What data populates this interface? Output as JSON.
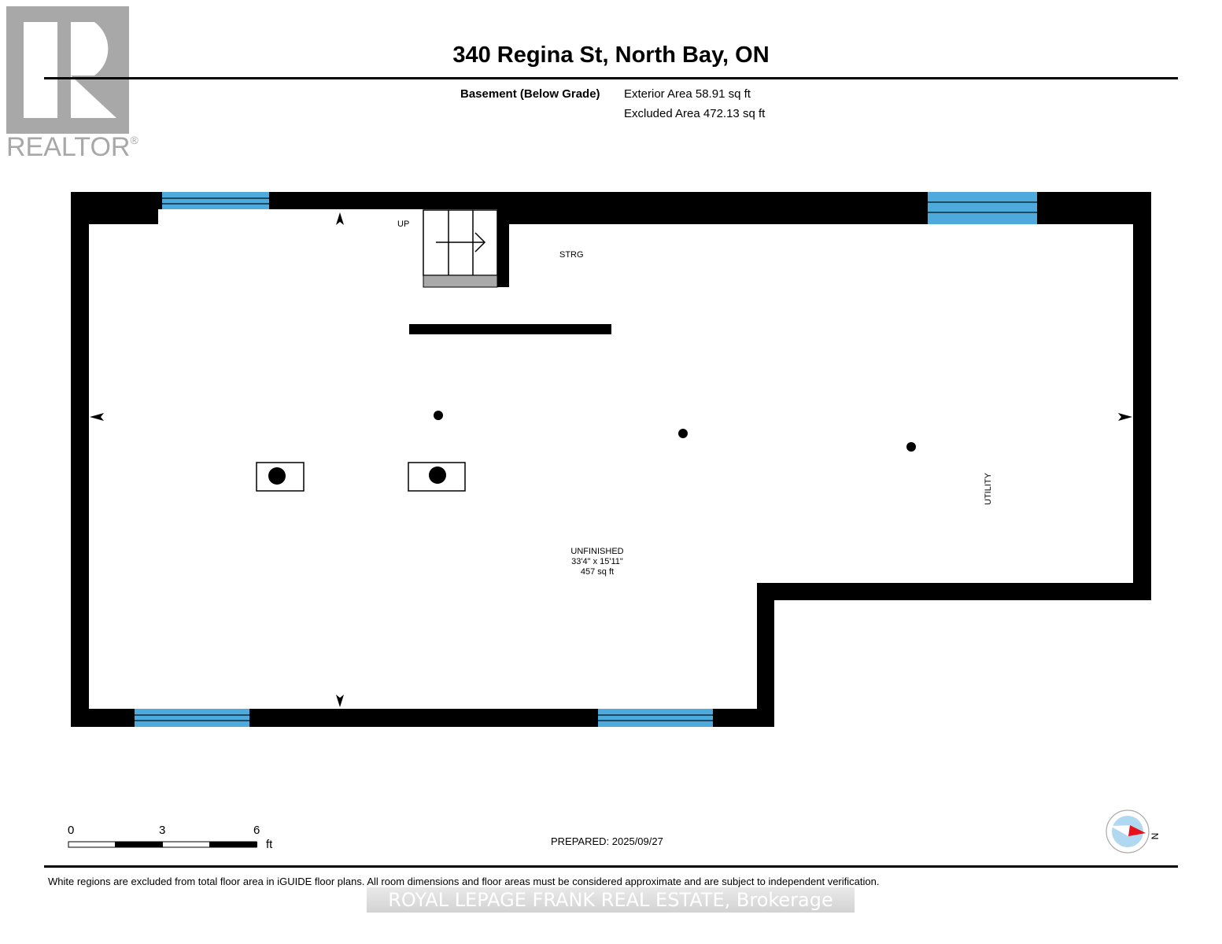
{
  "logo": {
    "name": "REALTOR",
    "mark": "®",
    "icon": "realtor-r-icon"
  },
  "header": {
    "title": "340 Regina St, North Bay, ON",
    "level_label": "Basement (Below Grade)",
    "exterior_area": "Exterior Area 58.91 sq ft",
    "excluded_area": "Excluded Area 472.13 sq ft"
  },
  "floorplan": {
    "rooms": [
      {
        "name": "UP",
        "type": "stairs-label"
      },
      {
        "name": "STRG",
        "type": "storage"
      },
      {
        "name": "UNFINISHED",
        "dimensions": "33'4\" x 15'11\"",
        "area": "457 sq ft"
      },
      {
        "name": "UTILITY",
        "type": "utility"
      }
    ],
    "colors": {
      "wall": "#000000",
      "window": "#4ea9dd",
      "stair_landing": "#a9a9a9"
    }
  },
  "scale_bar": {
    "ticks": [
      "0",
      "3",
      "6"
    ],
    "unit": "ft"
  },
  "compass": {
    "label": "N",
    "colors": {
      "ring": "#b0d8f0",
      "needle": "#e8101a"
    }
  },
  "footer": {
    "prepared": "PREPARED: 2025/09/27",
    "disclaimer": "White regions are excluded from total floor area in iGUIDE floor plans. All room dimensions and floor areas must be considered approximate and are subject to independent verification.",
    "brokerage": "ROYAL LEPAGE FRANK REAL ESTATE, Brokerage"
  }
}
